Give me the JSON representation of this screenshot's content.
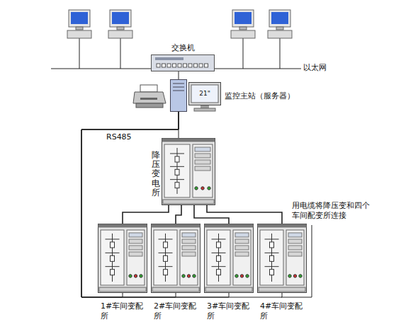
{
  "diagram": {
    "nodes": [
      {
        "text": [
          "交换机"
        ]
      },
      {
        "text": [
          "监控主站（服务器）"
        ]
      },
      {
        "text": [
          "降压变电所"
        ]
      },
      {
        "text": [
          "1#车间变配所"
        ]
      },
      {
        "text": [
          "2#车间变配所"
        ]
      },
      {
        "text": [
          "3#车间变配所"
        ]
      },
      {
        "text": [
          "4#车间变配所"
        ]
      }
    ],
    "edges": [
      {
        "from": 0,
        "to": 1,
        "arrow": "none"
      },
      {
        "from": 1,
        "to": 2,
        "arrow": "none"
      },
      {
        "from": 2,
        "to": 3,
        "arrow": "none"
      },
      {
        "from": 2,
        "to": 4,
        "arrow": "none"
      },
      {
        "from": 2,
        "to": 5,
        "arrow": "none"
      },
      {
        "from": 2,
        "to": 6,
        "arrow": "none"
      },
      {
        "from": 1,
        "to": 3,
        "arrow": "none"
      },
      {
        "from": 1,
        "to": 4,
        "arrow": "none"
      },
      {
        "from": 1,
        "to": 5,
        "arrow": "none"
      },
      {
        "from": 1,
        "to": 6,
        "arrow": "none"
      }
    ],
    "labels": [
      "以太网",
      "21\"",
      "RS485",
      "用电缆将降压变和四个车间配变所连接"
    ]
  }
}
